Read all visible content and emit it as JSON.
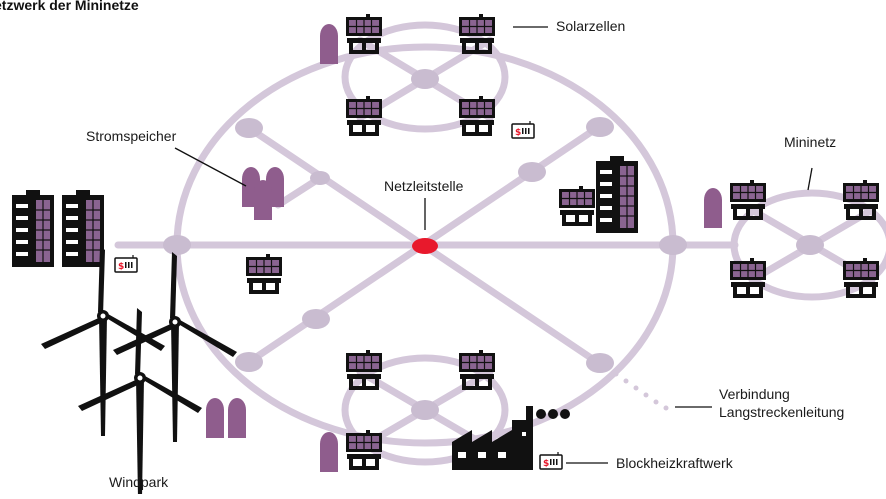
{
  "title": "etzwerk der Mininetze",
  "labels": {
    "solar": "Solarzellen",
    "storage": "Stromspeicher",
    "control": "Netzleitstelle",
    "mini": "Mininetz",
    "connection_line1": "Verbindung",
    "connection_line2": "Langstreckenleitung",
    "chp": "Blockheizkraftwerk",
    "wind": "Windpark"
  },
  "colors": {
    "network": "#d4c7da",
    "building": "#111111",
    "panel": "#8a6491",
    "storage": "#8f5d8d",
    "control": "#e8192c"
  }
}
